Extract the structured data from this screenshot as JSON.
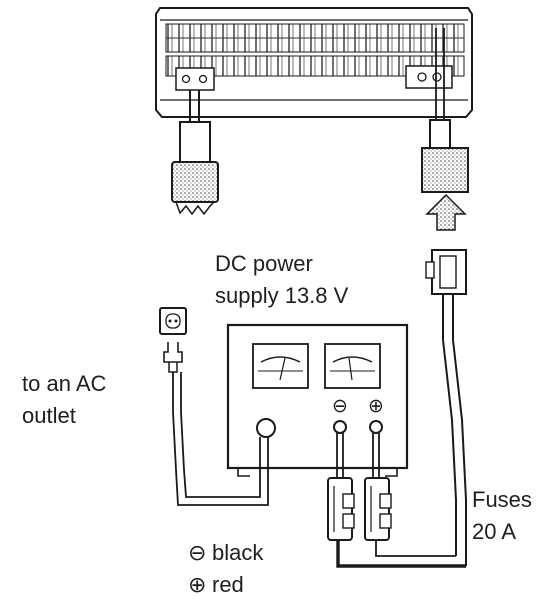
{
  "labels": {
    "dc_supply_line1": "DC power",
    "dc_supply_line2": "supply 13.8 V",
    "ac_outlet_line1": "to an AC",
    "ac_outlet_line2": "outlet",
    "fuses_line1": "Fuses",
    "fuses_line2": "20 A",
    "legend_black": "black",
    "legend_red": "red",
    "terminal_minus": "⊖",
    "terminal_plus": "⊕"
  },
  "colors": {
    "line": "#1a1a1a",
    "background": "#ffffff"
  }
}
